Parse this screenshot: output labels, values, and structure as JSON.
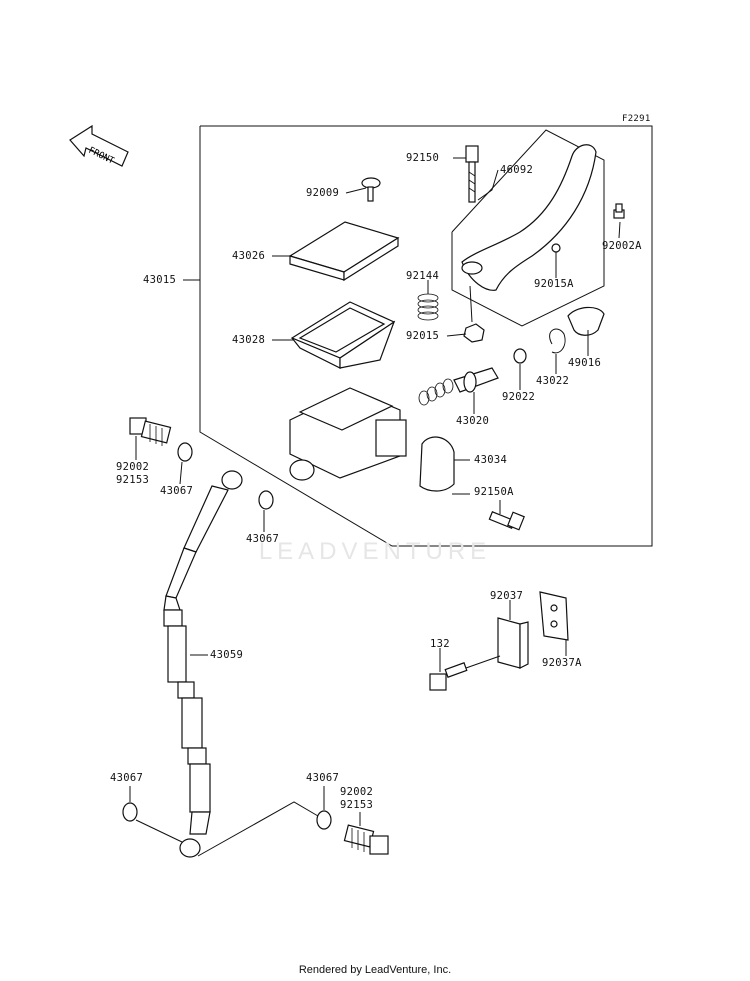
{
  "figure_code": "F2291",
  "front_label": "FRONT",
  "watermark": "LEADVENTURE",
  "footer": "Rendered by LeadVenture, Inc.",
  "parts": {
    "p92150": "92150",
    "p46092": "46092",
    "p92009": "92009",
    "p92002A": "92002A",
    "p43026": "43026",
    "p43015": "43015",
    "p92144": "92144",
    "p92015A": "92015A",
    "p43028": "43028",
    "p92015": "92015",
    "p49016": "49016",
    "p43022": "43022",
    "p92022": "92022",
    "p43020": "43020",
    "p43034": "43034",
    "p92002_top": "92002",
    "p92153_top": "92153",
    "p43067_top": "43067",
    "p43067_mid": "43067",
    "p92150A": "92150A",
    "p92037": "92037",
    "p92037A": "92037A",
    "p132": "132",
    "p43059": "43059",
    "p43067_bl": "43067",
    "p43067_br": "43067",
    "p92002_bot": "92002",
    "p92153_bot": "92153"
  }
}
